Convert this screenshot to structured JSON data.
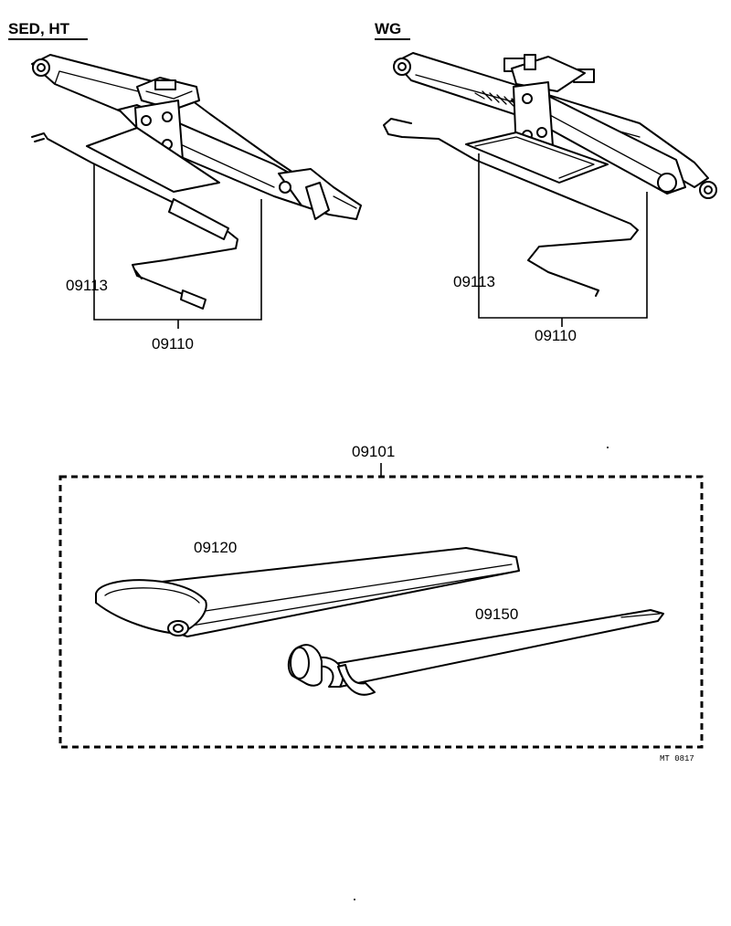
{
  "sections": {
    "left_header": "SED, HT",
    "right_header": "WG"
  },
  "parts": {
    "jack_handle_left": "09113",
    "jack_assy_left": "09110",
    "jack_handle_right": "09113",
    "jack_assy_right": "09110",
    "tool_set": "09101",
    "tool_bag": "09120",
    "wheel_wrench": "09150"
  },
  "footer": {
    "figure_code": "MT  0817"
  },
  "colors": {
    "ink": "#000000",
    "paper": "#ffffff"
  }
}
